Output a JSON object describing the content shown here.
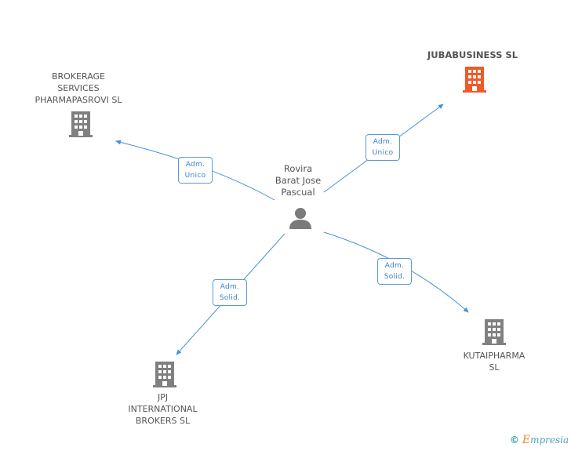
{
  "center": {
    "name": "Rovira\nBarat Jose\nPascual",
    "icon": "person-icon"
  },
  "companies": {
    "brokerage": {
      "name": "BROKERAGE\nSERVICES\nPHARMAPASROVI SL",
      "icon": "building-icon"
    },
    "jubabusiness": {
      "name": "JUBABUSINESS SL",
      "icon": "building-icon",
      "color": "#f05a28"
    },
    "jpj": {
      "name": "JPJ\nINTERNATIONAL\nBROKERS  SL",
      "icon": "building-icon"
    },
    "kutaipharma": {
      "name": "KUTAIPHARMA\nSL",
      "icon": "building-icon"
    }
  },
  "relations": {
    "brokerage": {
      "line1": "Adm.",
      "line2": "Unico"
    },
    "jubabusiness": {
      "line1": "Adm.",
      "line2": "Unico"
    },
    "jpj": {
      "line1": "Adm.",
      "line2": "Solid."
    },
    "kutaipharma": {
      "line1": "Adm.",
      "line2": "Solid."
    }
  },
  "footer": {
    "copyright": "©",
    "brand_initial": "E",
    "brand_rest": "mpresia"
  },
  "colors": {
    "edge": "#4a90d9",
    "building": "#808080",
    "highlight": "#f05a28"
  }
}
